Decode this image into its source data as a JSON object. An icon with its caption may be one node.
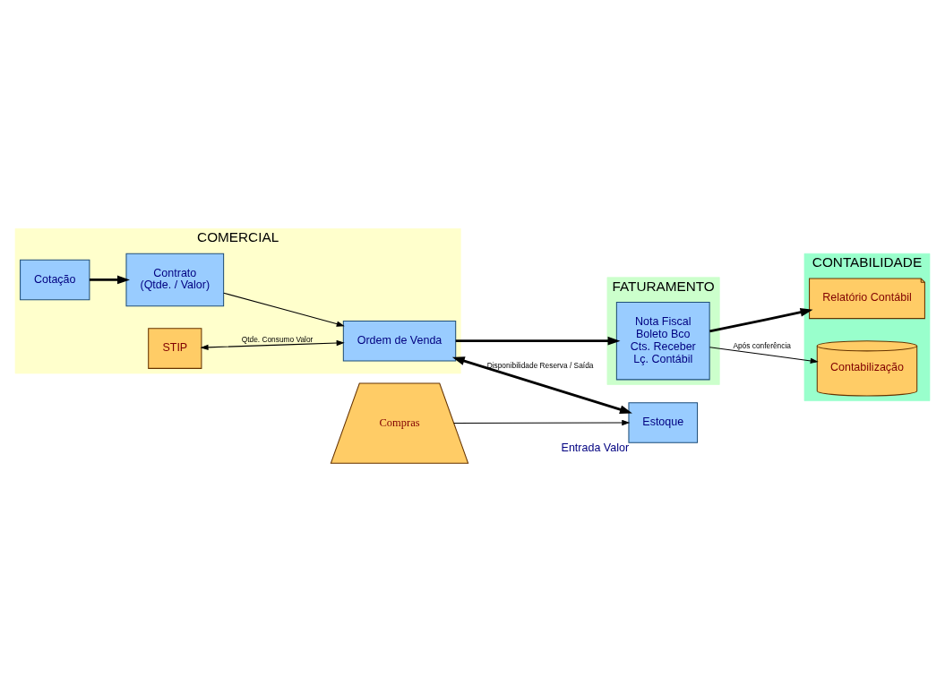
{
  "diagram": {
    "nodes": [
      {
        "text": [
          "COMERCIAL"
        ]
      },
      {
        "text": [
          "Cotação"
        ],
        "in": 0
      },
      {
        "text": [
          "STIP"
        ],
        "in": 0
      },
      {
        "text": [
          "Contrato",
          "(Qtde. / Valor)"
        ],
        "in": 0
      },
      {
        "text": [
          "Ordem de Venda"
        ],
        "in": 0
      },
      {
        "text": [
          "FATURAMENTO"
        ]
      },
      {
        "text": [
          "Nota Fiscal",
          "Boleto Bco",
          "Cts. Receber",
          "Lç. Contábil"
        ],
        "in": 5
      },
      {
        "text": [
          "CONTABILIDADE"
        ]
      },
      {
        "text": [
          "Relatório Contábil"
        ],
        "in": 7
      },
      {
        "text": [
          "Contabilização"
        ],
        "in": 7
      },
      {
        "text": [
          "Compras"
        ]
      },
      {
        "text": [
          "Estoque"
        ],
        "beside": [
          "Entrada Valor"
        ]
      }
    ],
    "edges": [
      {
        "from": 1,
        "to": 3,
        "arrow": "to",
        "style": "thick"
      },
      {
        "from": 2,
        "to": 4,
        "arrow": "both",
        "label": "Qtde. Consumo Valor"
      },
      {
        "from": 3,
        "to": 4,
        "arrow": "to"
      },
      {
        "from": 4,
        "to": 6,
        "arrow": "to",
        "style": "thick"
      },
      {
        "from": 6,
        "to": 8,
        "arrow": "to",
        "style": "thick"
      },
      {
        "from": 6,
        "to": 9,
        "arrow": "to",
        "label": "Após conferência"
      },
      {
        "from": 4,
        "to": 11,
        "arrow": "both",
        "label": "Disponibilidade Reserva / Saída",
        "style": "thick"
      },
      {
        "from": 10,
        "to": 11,
        "arrow": "to"
      }
    ]
  }
}
